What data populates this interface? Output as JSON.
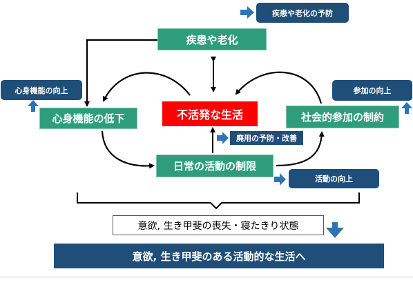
{
  "nodes": {
    "disease_aging": "疾患や老化",
    "inactive_life": "不活発な生活",
    "function_decline": "心身機能の低下",
    "participation_limit": "社会的参加の制約",
    "daily_activity_limit": "日常の活動の制限",
    "motivation_loss": "意欲, 生き甲斐の喪失・寝たきり状態"
  },
  "actions": {
    "prevent_disease_aging": "疾患や老化の予防",
    "improve_function": "心身機能の向上",
    "improve_participation": "参加の向上",
    "prevent_disuse": "廃用の予防・改善",
    "improve_activity": "活動の向上"
  },
  "goal": "意欲, 生き甲斐のある活動的な生活へ",
  "colors": {
    "green": "#2e9e7a",
    "navy": "#1f4e79",
    "red": "#ff0000",
    "arrow_blue": "#2e74b5"
  }
}
